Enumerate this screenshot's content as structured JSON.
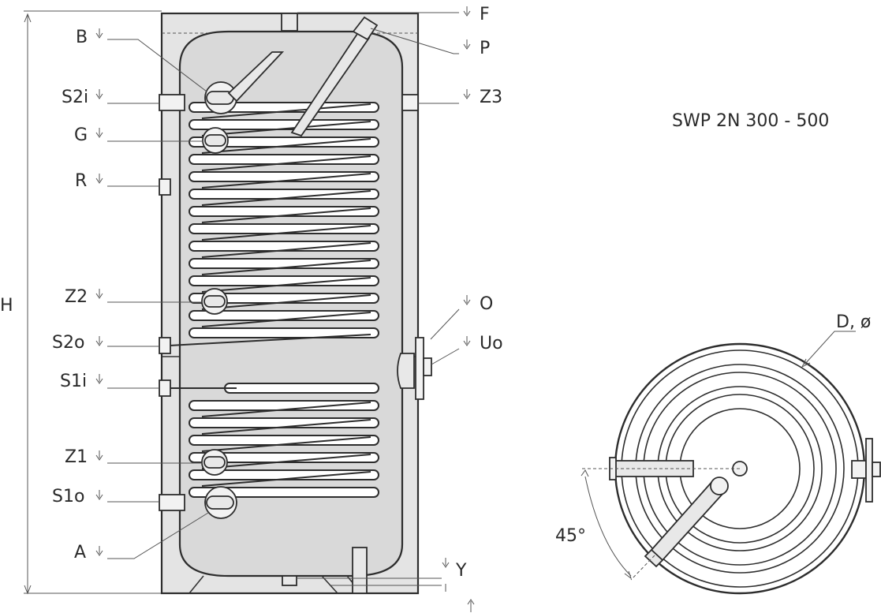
{
  "title": "SWP 2N 300 - 500",
  "labels_left": {
    "B": "B",
    "S2i": "S2i",
    "G": "G",
    "R": "R",
    "Z2": "Z2",
    "S2o": "S2o",
    "S1i": "S1i",
    "Z1": "Z1",
    "S1o": "S1o",
    "A": "A",
    "H": "H"
  },
  "labels_right": {
    "F": "F",
    "P": "P",
    "Z3": "Z3",
    "O": "O",
    "Uo": "Uo",
    "Y": "Y"
  },
  "top_view": {
    "diameter_label": "D, ø",
    "angle_label": "45°"
  }
}
